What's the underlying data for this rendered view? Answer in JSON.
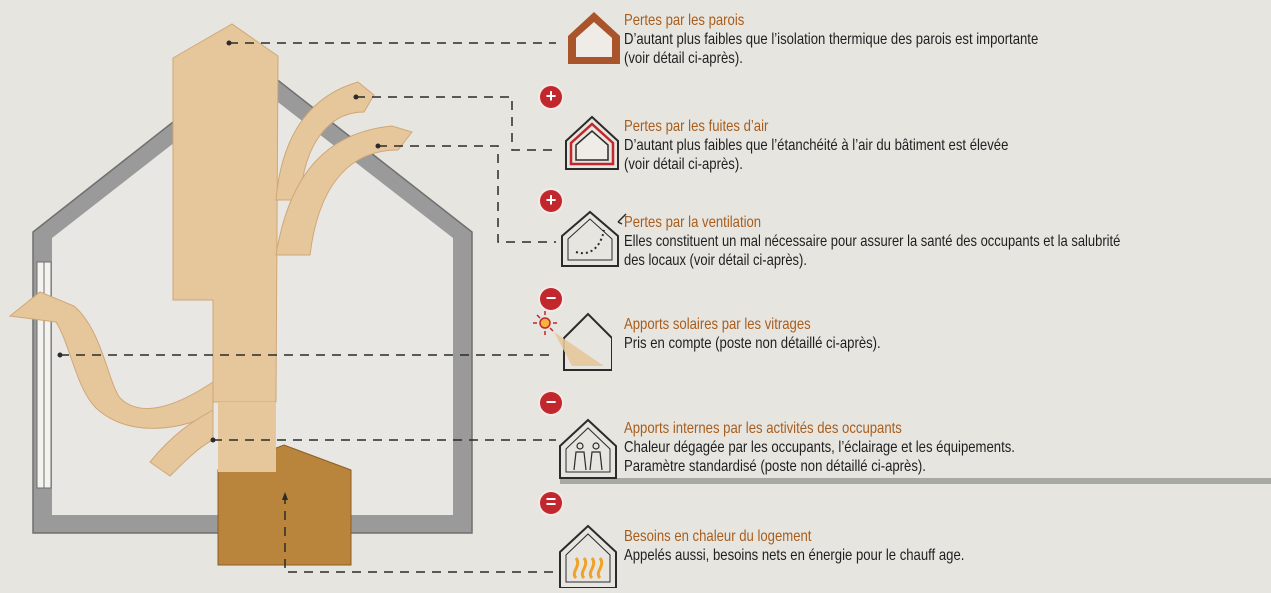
{
  "colors": {
    "background": "#e7e5e0",
    "flow": "#e6c79b",
    "flow_stroke": "#cfa777",
    "box": "#b9843c",
    "wall": "#8e8e8e",
    "title": "#a85d1c",
    "text": "#1f1f1f",
    "badge": "#c1272d",
    "house_icon_wall": "#a9542a"
  },
  "items": [
    {
      "id": "parois",
      "icon": "house-wall-icon",
      "title": "Pertes par les parois",
      "desc": "D’autant plus faibles que l’isolation thermique des parois est importante\n(voir détail ci-après)."
    },
    {
      "id": "fuites",
      "icon": "house-air-leak-icon",
      "title": "Pertes par les fuites d’air",
      "desc": "D’autant plus faibles que l’étanchéité à l’air du bâtiment est élevée\n(voir détail ci-après)."
    },
    {
      "id": "ventilation",
      "icon": "house-ventilation-icon",
      "title": "Pertes par la ventilation",
      "desc": "Elles constituent un mal nécessaire pour assurer la santé des occupants et la salubrité\ndes locaux (voir détail ci-après)."
    },
    {
      "id": "solaires",
      "icon": "house-sun-icon",
      "title": "Apports solaires par les vitrages",
      "desc": "Pris en compte (poste non détaillé ci-après)."
    },
    {
      "id": "internes",
      "icon": "house-occupants-icon",
      "title": "Apports internes par les activités des occupants",
      "desc": "Chaleur dégagée par les occupants, l’éclairage et les équipements.\nParamètre standardisé (poste non détaillé ci-après)."
    },
    {
      "id": "besoins",
      "icon": "house-heat-icon",
      "title": "Besoins en chaleur du logement",
      "desc": "Appelés aussi, besoins nets en énergie pour le chauff age."
    }
  ],
  "operators": [
    "+",
    "+",
    "−",
    "−",
    "="
  ]
}
